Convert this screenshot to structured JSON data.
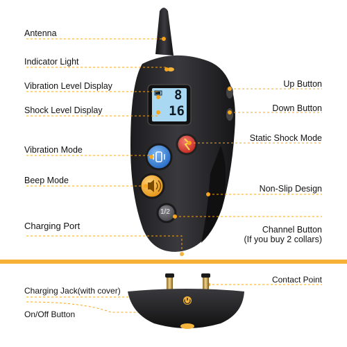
{
  "labels": {
    "antenna": "Antenna",
    "indicator_light": "Indicator Light",
    "vibration_level_display": "Vibration Level Display",
    "shock_level_display": "Shock Level Display",
    "vibration_mode": "Vibration Mode",
    "beep_mode": "Beep Mode",
    "charging_port": "Charging Port",
    "up_button": "Up Button",
    "down_button": "Down Button",
    "static_shock_mode": "Static Shock Mode",
    "non_slip_design": "Non-Slip Design",
    "channel_button": "Channel Button",
    "channel_button_note": "(If you buy 2 collars)",
    "contact_point": "Contact Point",
    "charging_jack": "Charging Jack(with cover)",
    "on_off_button": "On/Off Button"
  },
  "display": {
    "vibration_level": "8",
    "shock_level": "16",
    "channel_glyph": "1/2"
  },
  "colors": {
    "accent": "#f7a51c",
    "body": "#2b2b2e",
    "vibration_button": "#2f7fd6",
    "shock_button": "#d9362c",
    "beep_button": "#f3a61e",
    "lcd": "#a9d8f2"
  }
}
